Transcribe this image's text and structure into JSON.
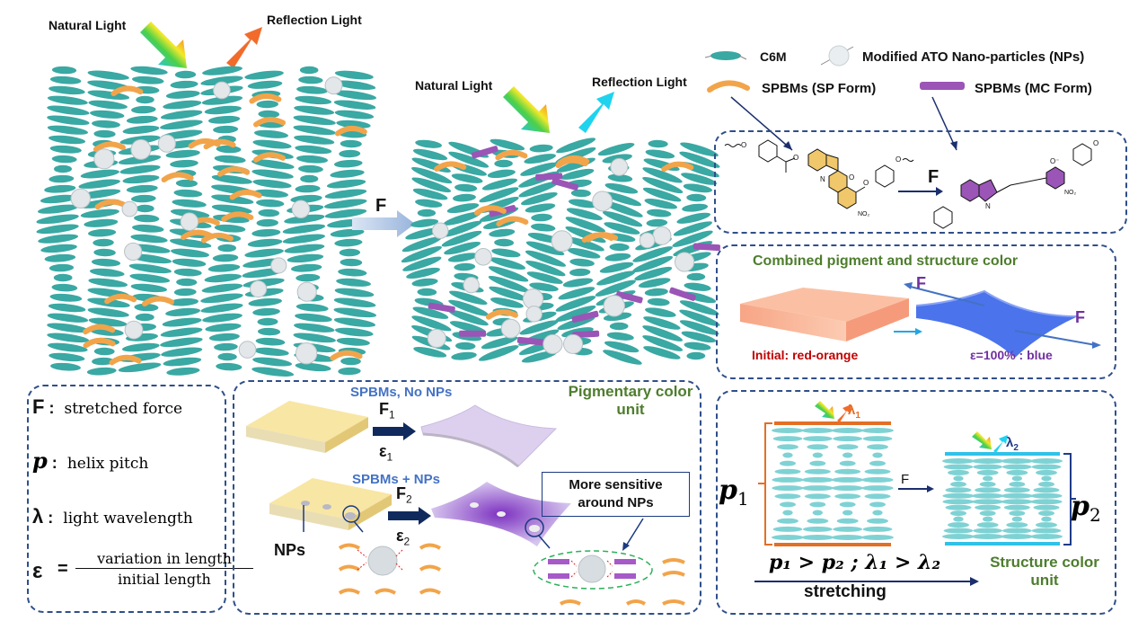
{
  "top": {
    "left_scene": {
      "incident_label": "Natural Light",
      "reflected_label": "Reflection Light",
      "reflected_color": "#f26b2a"
    },
    "middle_arrow_label": "F",
    "right_scene": {
      "incident_label": "Natural Light",
      "reflected_label": "Reflection Light",
      "reflected_color": "#1fd3ef"
    }
  },
  "legend": {
    "items": [
      {
        "icon": "teal-rod-icon",
        "label": "C6M"
      },
      {
        "icon": "white-sphere-icon",
        "label": "Modified ATO Nano-particles (NPs)"
      },
      {
        "icon": "orange-curved-rod-icon",
        "label": "SPBMs (SP Form)"
      },
      {
        "icon": "purple-rod-icon",
        "label": "SPBMs (MC Form)"
      }
    ]
  },
  "chemistry_panel": {
    "arrow_label": "F",
    "left_molecule": "SP form (spiropyran)",
    "right_molecule": "MC form (merocyanine)",
    "substituents": [
      "O",
      "N",
      "NO2",
      "O-"
    ]
  },
  "combined_panel": {
    "title": "Combined pigment and structure color",
    "force_label_left": "F",
    "force_label_right": "F",
    "initial_label": "Initial: red-orange",
    "stretched_label": "ε=100% : blue",
    "colors": {
      "initial": "#c00000",
      "stretched": "#7030a0",
      "title": "#4e7d2e"
    }
  },
  "definitions": [
    {
      "symbol": "F",
      "sep": ":",
      "text": "stretched force"
    },
    {
      "symbol": "p",
      "sep": ":",
      "text": "helix pitch"
    },
    {
      "symbol": "λ",
      "sep": ":",
      "text": "light wavelength"
    },
    {
      "symbol": "ε",
      "sep": "=",
      "numerator": "variation in length",
      "denominator": "initial length"
    }
  ],
  "pigment_panel": {
    "row1_title": "SPBMs, No NPs",
    "row2_title": "SPBMs + NPs",
    "unit_title_line1": "Pigmentary color",
    "unit_title_line2": "unit",
    "f1": "F",
    "f1_sub": "1",
    "e1": "ε",
    "e1_sub": "1",
    "f2": "F",
    "f2_sub": "2",
    "e2": "ε",
    "e2_sub": "2",
    "nps_label": "NPs",
    "callout_line1": "More sensitive",
    "callout_line2": "around NPs"
  },
  "structure_panel": {
    "lambda1": "λ",
    "lambda1_sub": "1",
    "lambda2": "λ",
    "lambda2_sub": "2",
    "p1": "p",
    "p1_sub": "1",
    "p2": "p",
    "p2_sub": "2",
    "arrow_label": "F",
    "relation": "p₁ > p₂ ; λ₁ > λ₂",
    "stretching_label": "stretching",
    "unit_title_line1": "Structure color",
    "unit_title_line2": "unit"
  }
}
